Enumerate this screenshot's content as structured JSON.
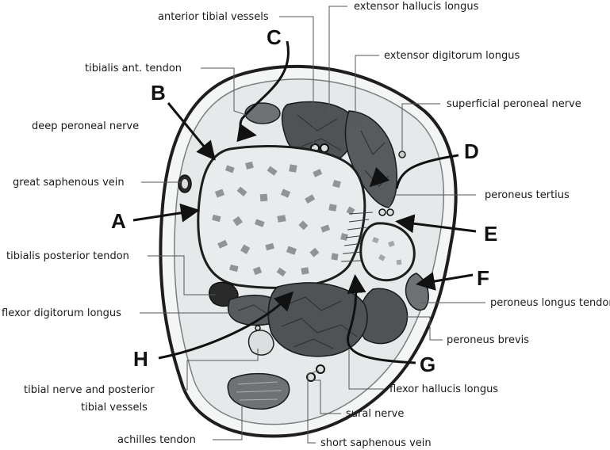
{
  "diagram": {
    "labels": {
      "anterior_tibial_vessels": "anterior tibial vessels",
      "extensor_hallucis_longus": "extensor hallucis longus",
      "extensor_digitorum_longus": "extensor digitorum longus",
      "tibialis_ant_tendon": "tibialis ant. tendon",
      "superficial_peroneal_nerve": "superficial peroneal nerve",
      "deep_peroneal_nerve": "deep peroneal nerve",
      "great_saphenous_vein": "great saphenous vein",
      "peroneus_tertius": "peroneus tertius",
      "tibialis_posterior_tendon": "tibialis posterior tendon",
      "flexor_digitorum_longus": "flexor digitorum longus",
      "peroneus_longus_tendon": "peroneus longus tendon",
      "peroneus_brevis": "peroneus brevis",
      "flexor_hallucis_longus": "flexor hallucis longus",
      "tibial_nerve_line1": "tibial nerve and posterior",
      "tibial_nerve_line2": "tibial vessels",
      "sural_nerve": "sural nerve",
      "achilles_tendon": "achilles tendon",
      "short_saphenous_vein": "short saphenous vein"
    },
    "letters": {
      "A": "A",
      "B": "B",
      "C": "C",
      "D": "D",
      "E": "E",
      "F": "F",
      "G": "G",
      "H": "H"
    },
    "colors": {
      "skin_outline": "#1e1e1e",
      "subcutaneous": "#e6e9ea",
      "muscle": "#4f5356",
      "muscle_light": "#6e7275",
      "bone": "#e9eced",
      "bone_trabecula": "#8f9496",
      "tendon": "#c9cdce"
    }
  }
}
